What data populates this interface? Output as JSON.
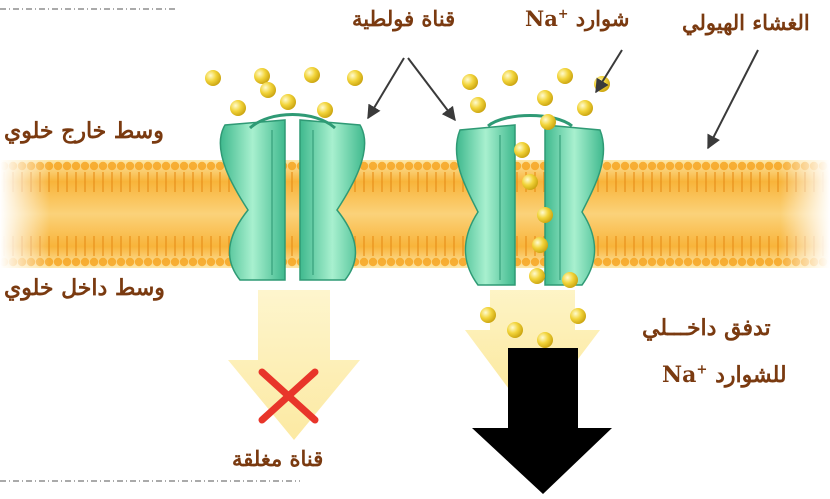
{
  "labels": {
    "voltage_channel": "قناة فولطية",
    "na_ions_text": "شوارد",
    "na_symbol": "Na",
    "na_charge": "+",
    "plasma_membrane": "الغشاء الهيولي",
    "extracellular": "وسط خارج خلوي",
    "intracellular": "وسط داخل خلوي",
    "inflow_line1": "تدفق داخـــلي",
    "inflow_line2": "للشوارد",
    "closed_channel": "قناة مغلقة"
  },
  "colors": {
    "label_text": "#7a3a10",
    "membrane_orange": "#f6a623",
    "membrane_light": "#fddc88",
    "channel_green": "#5fd4a8",
    "channel_dark": "#2f9a75",
    "ion_yellow": "#f2d43a",
    "cross_red": "#e8352a",
    "arrow_black": "#000000"
  },
  "icons": [
    "closed-cross-icon",
    "inflow-arrow-icon"
  ]
}
